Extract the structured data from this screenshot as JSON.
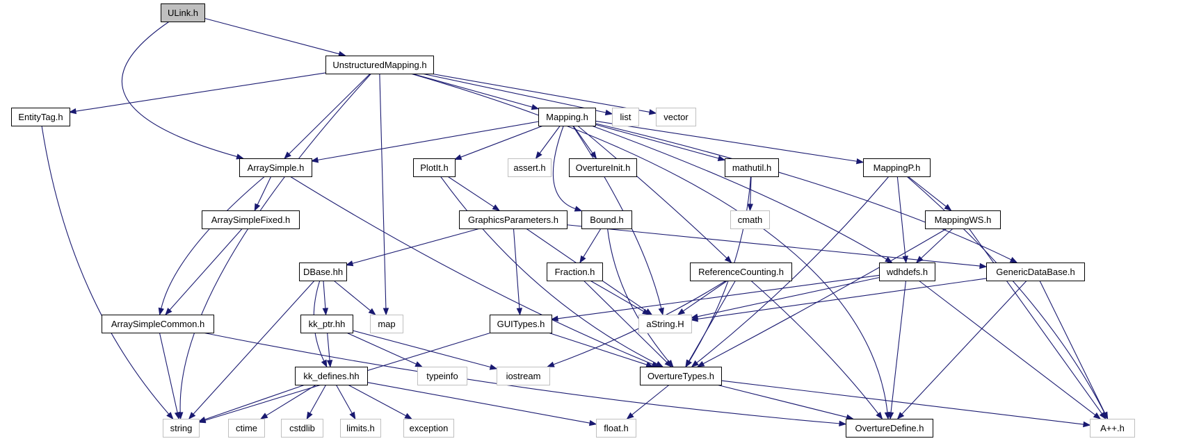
{
  "colors": {
    "edge": "#191970",
    "focus_fill": "#bfbfbf",
    "border_dark": "#000000",
    "border_light": "#bfbfbf"
  },
  "nodes": [
    {
      "id": "ulink",
      "label": "ULink.h",
      "style": "focus"
    },
    {
      "id": "unstructured",
      "label": "UnstructuredMapping.h",
      "style": "normal"
    },
    {
      "id": "entitytag",
      "label": "EntityTag.h",
      "style": "normal"
    },
    {
      "id": "mapping",
      "label": "Mapping.h",
      "style": "normal"
    },
    {
      "id": "list",
      "label": "list",
      "style": "external"
    },
    {
      "id": "vector",
      "label": "vector",
      "style": "external"
    },
    {
      "id": "arraysimple",
      "label": "ArraySimple.h",
      "style": "normal"
    },
    {
      "id": "plotit",
      "label": "PlotIt.h",
      "style": "normal"
    },
    {
      "id": "assert",
      "label": "assert.h",
      "style": "external"
    },
    {
      "id": "ovinit",
      "label": "OvertureInit.h",
      "style": "normal"
    },
    {
      "id": "mathutil",
      "label": "mathutil.h",
      "style": "normal"
    },
    {
      "id": "mappingp",
      "label": "MappingP.h",
      "style": "normal"
    },
    {
      "id": "arrayfixed",
      "label": "ArraySimpleFixed.h",
      "style": "normal"
    },
    {
      "id": "gparams",
      "label": "GraphicsParameters.h",
      "style": "normal"
    },
    {
      "id": "bound",
      "label": "Bound.h",
      "style": "normal"
    },
    {
      "id": "cmath",
      "label": "cmath",
      "style": "external"
    },
    {
      "id": "mappingws",
      "label": "MappingWS.h",
      "style": "normal"
    },
    {
      "id": "dbase",
      "label": "DBase.hh",
      "style": "normal"
    },
    {
      "id": "fraction",
      "label": "Fraction.h",
      "style": "normal"
    },
    {
      "id": "refcount",
      "label": "ReferenceCounting.h",
      "style": "normal"
    },
    {
      "id": "wdhdefs",
      "label": "wdhdefs.h",
      "style": "normal"
    },
    {
      "id": "generic",
      "label": "GenericDataBase.h",
      "style": "normal"
    },
    {
      "id": "arraycommon",
      "label": "ArraySimpleCommon.h",
      "style": "normal"
    },
    {
      "id": "kkptr",
      "label": "kk_ptr.hh",
      "style": "normal"
    },
    {
      "id": "map",
      "label": "map",
      "style": "external"
    },
    {
      "id": "guitypes",
      "label": "GUITypes.h",
      "style": "normal"
    },
    {
      "id": "astring",
      "label": "aString.H",
      "style": "external"
    },
    {
      "id": "typeinfo",
      "label": "typeinfo",
      "style": "external"
    },
    {
      "id": "iostream",
      "label": "iostream",
      "style": "external"
    },
    {
      "id": "ovtypes",
      "label": "OvertureTypes.h",
      "style": "normal"
    },
    {
      "id": "kkdefines",
      "label": "kk_defines.hh",
      "style": "normal"
    },
    {
      "id": "string",
      "label": "string",
      "style": "external"
    },
    {
      "id": "ctime",
      "label": "ctime",
      "style": "external"
    },
    {
      "id": "cstdlib",
      "label": "cstdlib",
      "style": "external"
    },
    {
      "id": "limits",
      "label": "limits.h",
      "style": "external"
    },
    {
      "id": "exception",
      "label": "exception",
      "style": "external"
    },
    {
      "id": "float",
      "label": "float.h",
      "style": "external"
    },
    {
      "id": "ovdefine",
      "label": "OvertureDefine.h",
      "style": "normal"
    },
    {
      "id": "app",
      "label": "A++.h",
      "style": "external"
    }
  ],
  "edges": [
    [
      "ulink",
      "unstructured"
    ],
    [
      "ulink",
      "arraysimple"
    ],
    [
      "unstructured",
      "entitytag"
    ],
    [
      "unstructured",
      "mapping"
    ],
    [
      "unstructured",
      "list"
    ],
    [
      "unstructured",
      "vector"
    ],
    [
      "unstructured",
      "arraysimple"
    ],
    [
      "unstructured",
      "string"
    ],
    [
      "unstructured",
      "map"
    ],
    [
      "unstructured",
      "ovdefine"
    ],
    [
      "entitytag",
      "string"
    ],
    [
      "mapping",
      "arraysimple"
    ],
    [
      "mapping",
      "plotit"
    ],
    [
      "mapping",
      "assert"
    ],
    [
      "mapping",
      "ovinit"
    ],
    [
      "mapping",
      "mathutil"
    ],
    [
      "mapping",
      "mappingp"
    ],
    [
      "mapping",
      "bound"
    ],
    [
      "mapping",
      "astring"
    ],
    [
      "mapping",
      "refcount"
    ],
    [
      "mapping",
      "wdhdefs"
    ],
    [
      "mapping",
      "generic"
    ],
    [
      "arraysimple",
      "arrayfixed"
    ],
    [
      "arraysimple",
      "arraycommon"
    ],
    [
      "arraysimple",
      "ovtypes"
    ],
    [
      "plotit",
      "gparams"
    ],
    [
      "plotit",
      "ovtypes"
    ],
    [
      "arrayfixed",
      "arraycommon"
    ],
    [
      "gparams",
      "dbase"
    ],
    [
      "gparams",
      "guitypes"
    ],
    [
      "gparams",
      "astring"
    ],
    [
      "gparams",
      "generic"
    ],
    [
      "bound",
      "fraction"
    ],
    [
      "bound",
      "ovtypes"
    ],
    [
      "mathutil",
      "cmath"
    ],
    [
      "mathutil",
      "ovtypes"
    ],
    [
      "mappingp",
      "mappingws"
    ],
    [
      "mappingp",
      "wdhdefs"
    ],
    [
      "mappingp",
      "ovtypes"
    ],
    [
      "mappingp",
      "app"
    ],
    [
      "mappingws",
      "wdhdefs"
    ],
    [
      "mappingws",
      "ovtypes"
    ],
    [
      "mappingws",
      "app"
    ],
    [
      "dbase",
      "kkptr"
    ],
    [
      "dbase",
      "map"
    ],
    [
      "dbase",
      "kkdefines"
    ],
    [
      "dbase",
      "string"
    ],
    [
      "fraction",
      "astring"
    ],
    [
      "fraction",
      "ovtypes"
    ],
    [
      "refcount",
      "astring"
    ],
    [
      "refcount",
      "ovtypes"
    ],
    [
      "refcount",
      "iostream"
    ],
    [
      "refcount",
      "ovdefine"
    ],
    [
      "wdhdefs",
      "guitypes"
    ],
    [
      "wdhdefs",
      "astring"
    ],
    [
      "wdhdefs",
      "ovdefine"
    ],
    [
      "wdhdefs",
      "app"
    ],
    [
      "generic",
      "astring"
    ],
    [
      "generic",
      "ovdefine"
    ],
    [
      "generic",
      "app"
    ],
    [
      "arraycommon",
      "string"
    ],
    [
      "arraycommon",
      "ovdefine"
    ],
    [
      "kkptr",
      "kkdefines"
    ],
    [
      "kkptr",
      "typeinfo"
    ],
    [
      "kkptr",
      "iostream"
    ],
    [
      "guitypes",
      "string"
    ],
    [
      "guitypes",
      "ovtypes"
    ],
    [
      "ovtypes",
      "float"
    ],
    [
      "ovtypes",
      "ovdefine"
    ],
    [
      "ovtypes",
      "app"
    ],
    [
      "kkdefines",
      "string"
    ],
    [
      "kkdefines",
      "ctime"
    ],
    [
      "kkdefines",
      "cstdlib"
    ],
    [
      "kkdefines",
      "limits"
    ],
    [
      "kkdefines",
      "exception"
    ],
    [
      "kkdefines",
      "float"
    ]
  ]
}
